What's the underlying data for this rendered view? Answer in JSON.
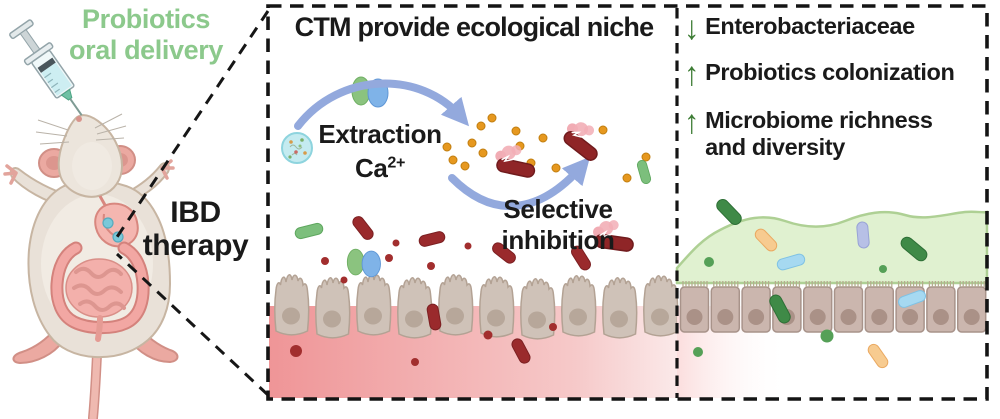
{
  "left_panel": {
    "delivery_title_line1": "Probiotics",
    "delivery_title_line2": "oral delivery",
    "therapy_label_line1": "IBD",
    "therapy_label_line2": "therapy"
  },
  "niche_panel": {
    "title": "CTM provide ecological niche",
    "extraction_label": "Extraction",
    "calcium_base": "Ca",
    "calcium_superscript": "2+",
    "inhibition_label_line1": "Selective",
    "inhibition_label_line2": "inhibition"
  },
  "outcomes_panel": {
    "items": [
      {
        "arrow": "↓",
        "trend": "decrease",
        "label": "Enterobacteriaceae"
      },
      {
        "arrow": "↑",
        "trend": "increase",
        "label": "Probiotics colonization"
      },
      {
        "arrow": "↑",
        "trend": "increase",
        "label": "Microbiome richness and diversity"
      }
    ]
  },
  "colors": {
    "delivery_title_green": "#8cc98c",
    "outcome_arrow_green": "#3e7d35",
    "text_black": "#1a1a1a",
    "pathogen_red": "#9a2a2c",
    "probiotic_green": "#7cbf7c",
    "dark_probiotic_green": "#3f8a47",
    "calcium_orange": "#e6981f",
    "process_arrow_blue": "#93a9dd",
    "inflamed_pink": "#f0989a",
    "mucus_green": "#e0f1d0",
    "epithelium_tan": "#cfc2b8",
    "lysis_burst_pink": "#f2aeb6"
  }
}
